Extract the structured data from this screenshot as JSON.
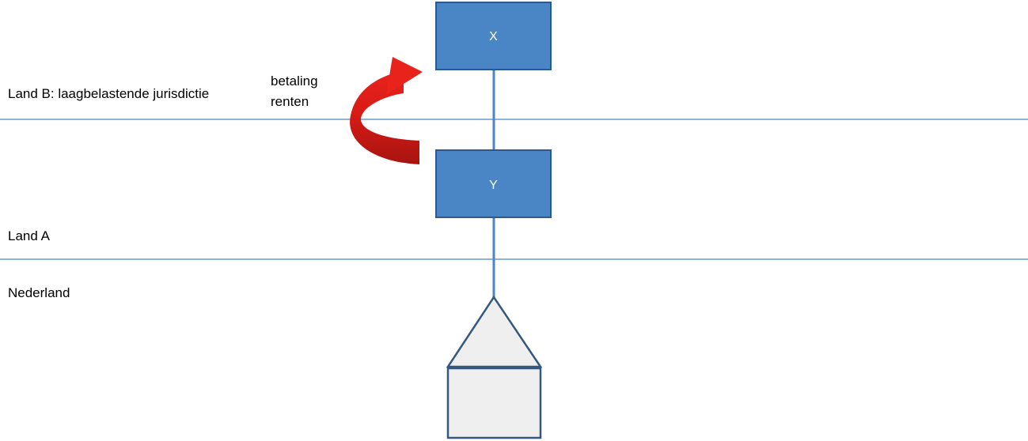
{
  "regions": [
    {
      "id": "land-b",
      "label": "Land B: laagbelastende jurisdictie"
    },
    {
      "id": "land-a",
      "label": "Land A"
    },
    {
      "id": "nederland",
      "label": "Nederland"
    }
  ],
  "entities": {
    "x": {
      "label": "X"
    },
    "y": {
      "label": "Y"
    }
  },
  "flow": {
    "label_line1": "betaling",
    "label_line2": "renten",
    "direction": "from Y to X"
  },
  "colors": {
    "box_fill": "#4a86c5",
    "box_stroke": "#2d5a8e",
    "divider": "#4a86c5",
    "connector": "#4a86c5",
    "arrow": "#e0201b",
    "arrow_dark": "#a81410",
    "house_fill": "#efefef",
    "house_stroke": "#35587f"
  }
}
